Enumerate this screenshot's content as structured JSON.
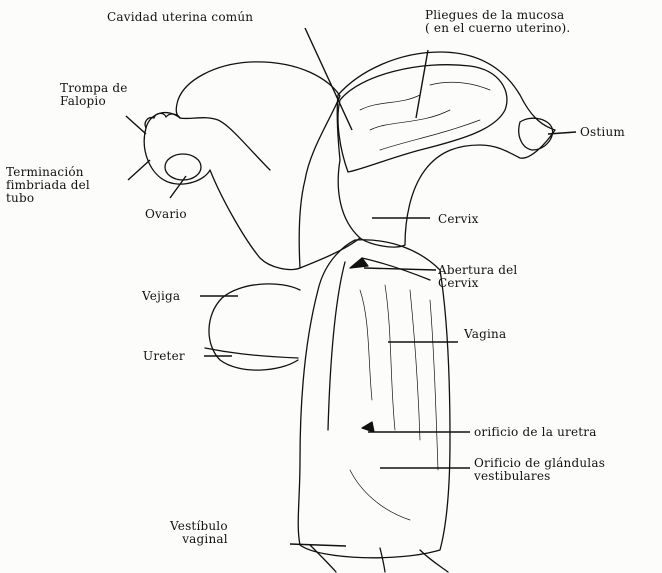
{
  "labels": {
    "cavidad_uterina": "Cavidad uterina común",
    "pliegues": "Pliegues de la mucosa\n( en el cuerno uterino).",
    "trompa": "Trompa de\nFalopio",
    "terminacion": "Terminación\nfimbriada del\ntubo",
    "ovario": "Ovario",
    "ostium": "Ostium",
    "cervix": "Cervix",
    "abertura": "Abertura del\nCervix",
    "vejiga": "Vejiga",
    "vagina": "Vagina",
    "ureter": "Ureter",
    "orificio_uretra": "orificio de la uretra",
    "orificio_glandulas": "Orificio de glándulas\nvestibulares",
    "vestibulo": "Vestíbulo\nvaginal"
  },
  "colors": {
    "ink": "#111111",
    "paper": "#fcfcfa"
  }
}
